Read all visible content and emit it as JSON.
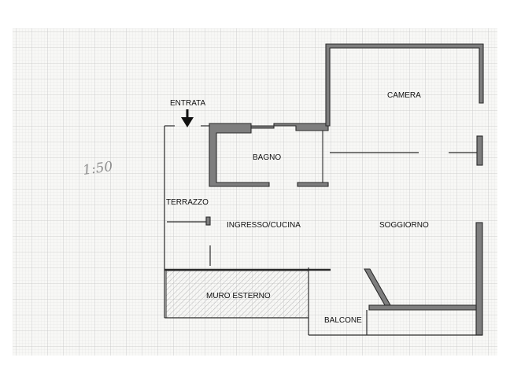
{
  "scale": "1:50",
  "labels": {
    "entrance": "ENTRATA",
    "bathroom": "BAGNO",
    "bedroom": "CAMERA",
    "terrace": "TERRAZZO",
    "entry_kitchen": "INGRESSO/CUCINA",
    "living_room": "SOGGIORNO",
    "external_wall": "MURO ESTERNO",
    "balcony": "BALCONE"
  },
  "colors": {
    "paper": "#f7f7f5",
    "grid_minor": "#dcdcdc",
    "grid_major": "#c4c4c4",
    "wall": "#7e7e7e",
    "line": "#2b2b2b"
  },
  "icons": {
    "entrance_arrow": "arrow-down-icon"
  }
}
